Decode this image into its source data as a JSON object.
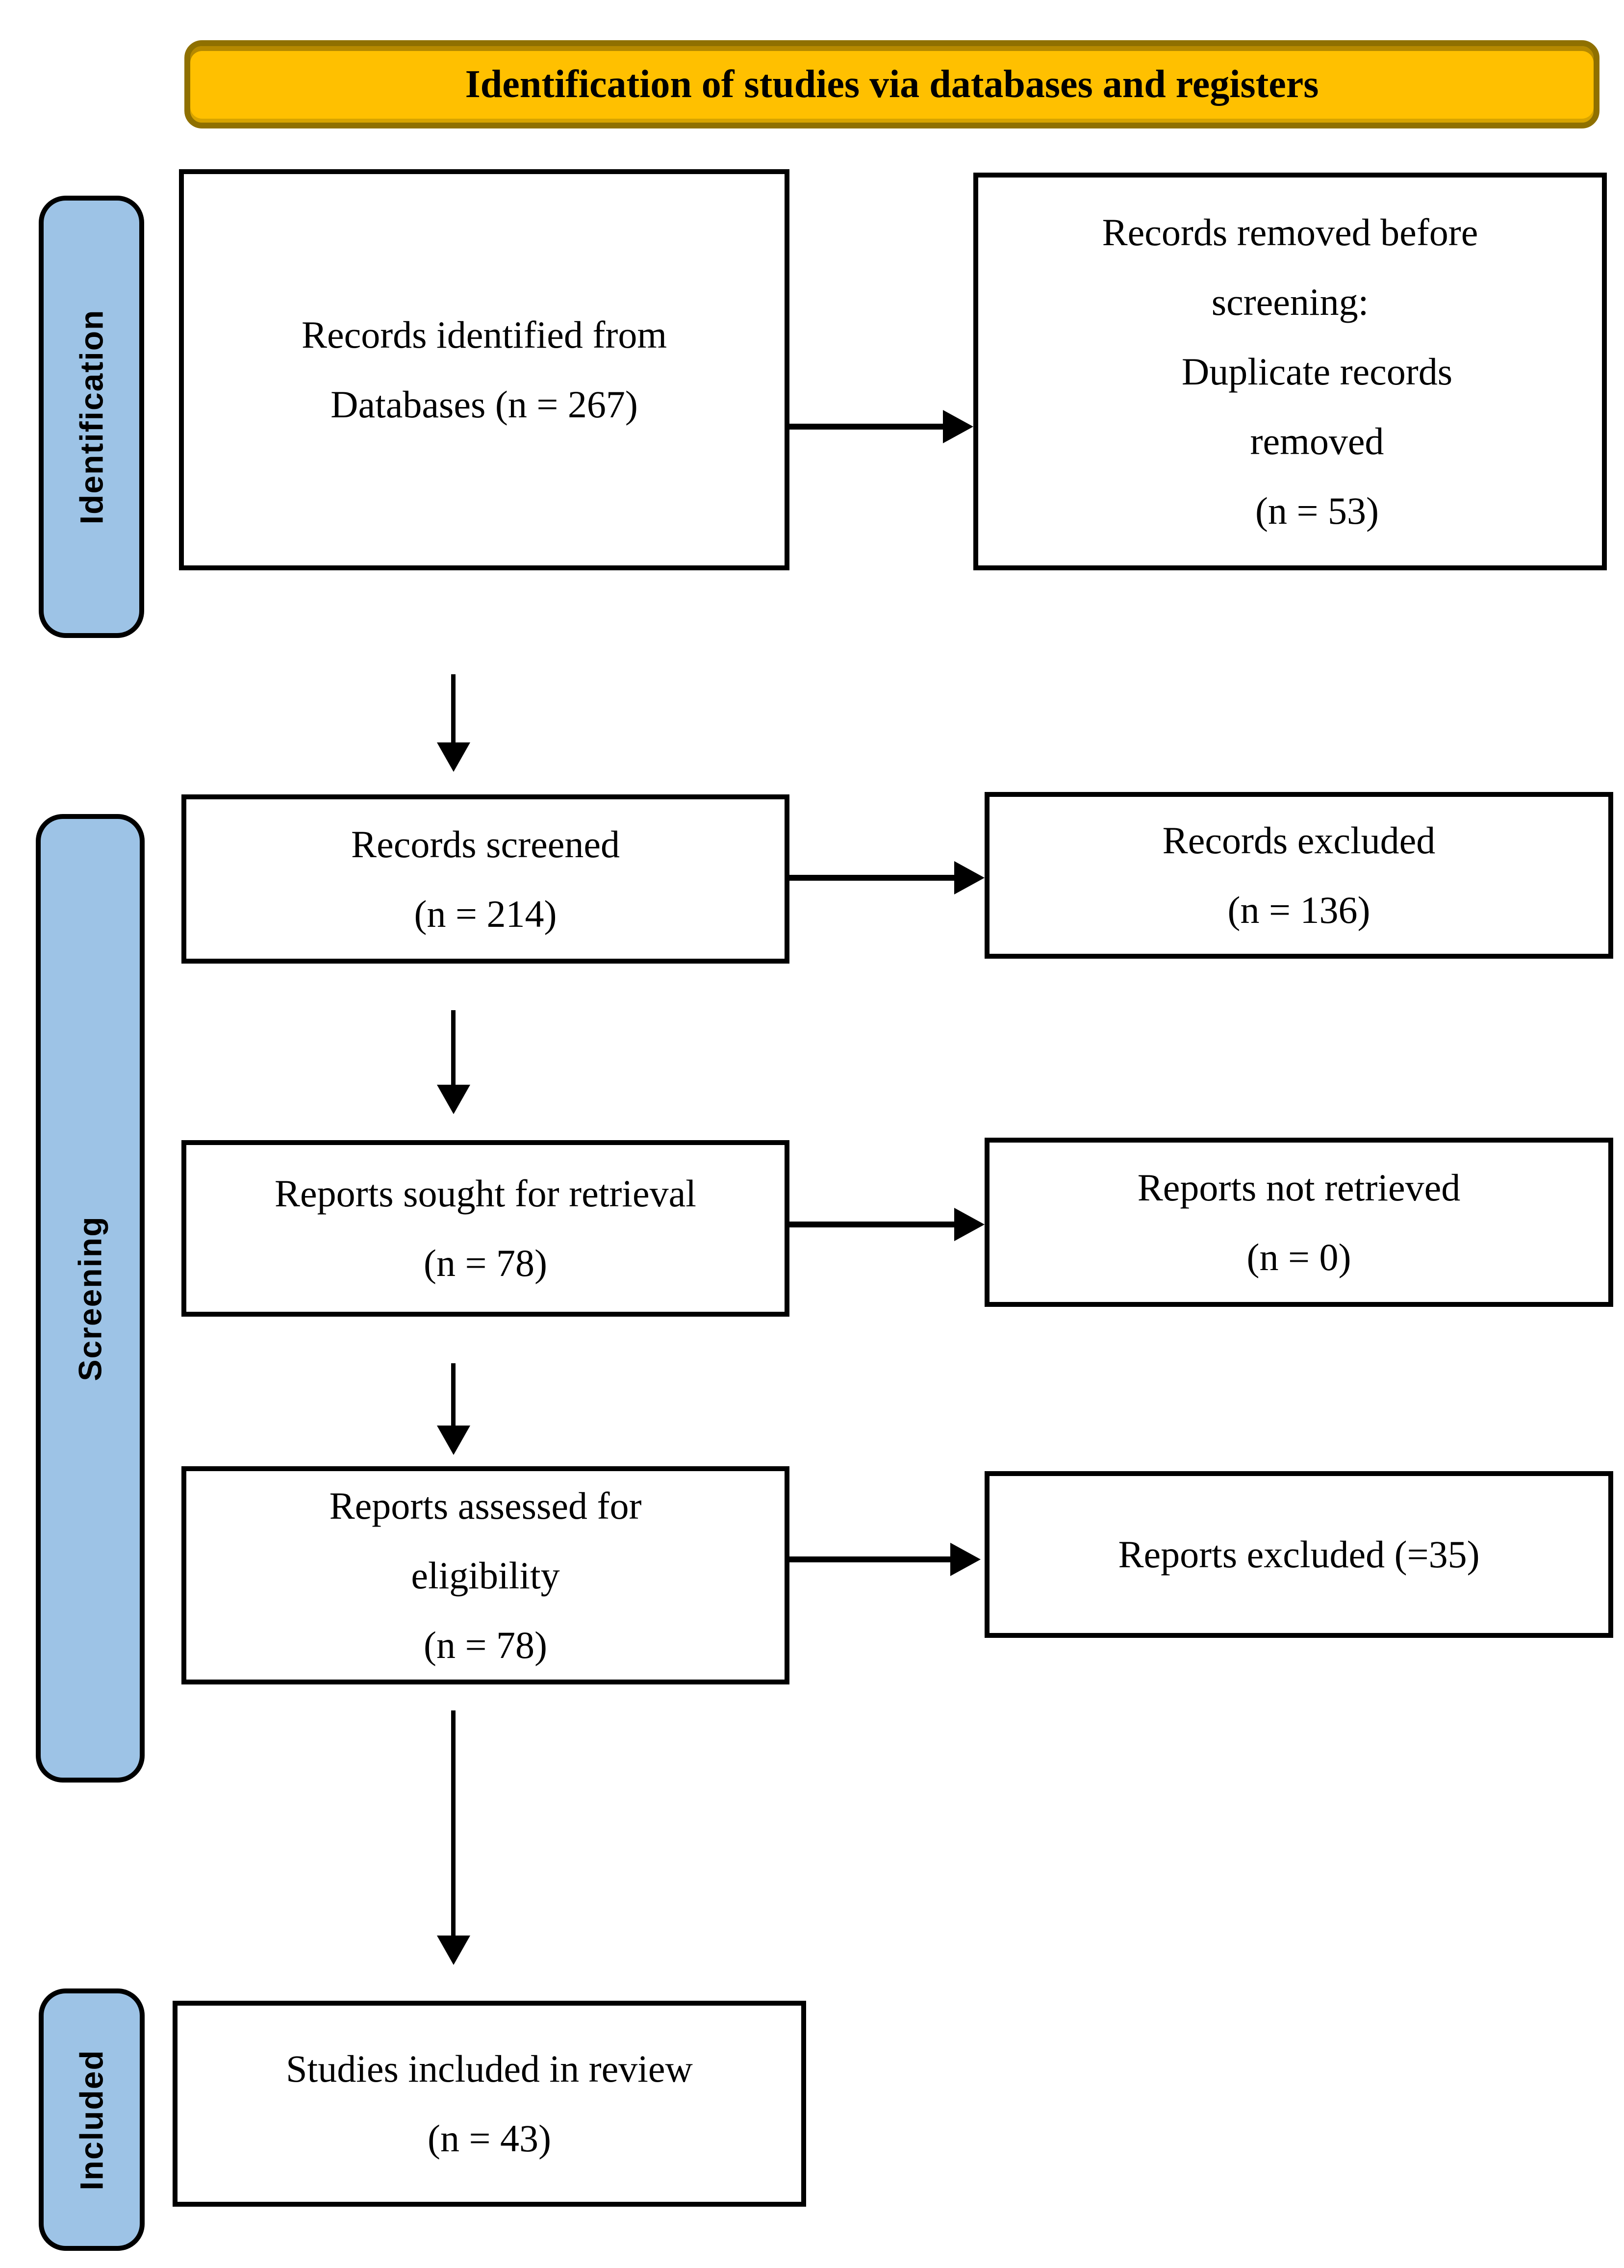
{
  "banner": {
    "title": "Identification of studies via databases and registers"
  },
  "stages": {
    "identification": "Identification",
    "screening": "Screening",
    "included": "Included"
  },
  "boxes": {
    "records_identified": {
      "lines": [
        "Records identified from",
        "Databases (n = 267)"
      ],
      "n": 267
    },
    "records_removed": {
      "lines": [
        "Records removed before",
        "screening:",
        "Duplicate records",
        "removed",
        "(n = 53)"
      ],
      "n": 53
    },
    "records_screened": {
      "lines": [
        "Records screened",
        "(n = 214)"
      ],
      "n": 214
    },
    "records_excluded": {
      "lines": [
        "Records excluded",
        "(n = 136)"
      ],
      "n": 136
    },
    "reports_sought": {
      "lines": [
        "Reports sought for retrieval",
        "(n = 78)"
      ],
      "n": 78
    },
    "reports_not_retrieved": {
      "lines": [
        "Reports not retrieved",
        "(n = 0)"
      ],
      "n": 0
    },
    "reports_assessed": {
      "lines": [
        "Reports assessed for",
        "eligibility",
        "(n = 78)"
      ],
      "n": 78
    },
    "reports_excluded": {
      "lines": [
        "Reports excluded (=35)"
      ],
      "n": 35
    },
    "studies_included": {
      "lines": [
        "Studies included in review",
        "(n = 43)"
      ],
      "n": 43
    }
  },
  "colors": {
    "banner_fill": "#FFC000",
    "banner_border": "#8F7000",
    "stage_fill": "#9DC3E6",
    "box_border": "#000000",
    "arrow": "#000000",
    "text": "#000000"
  }
}
